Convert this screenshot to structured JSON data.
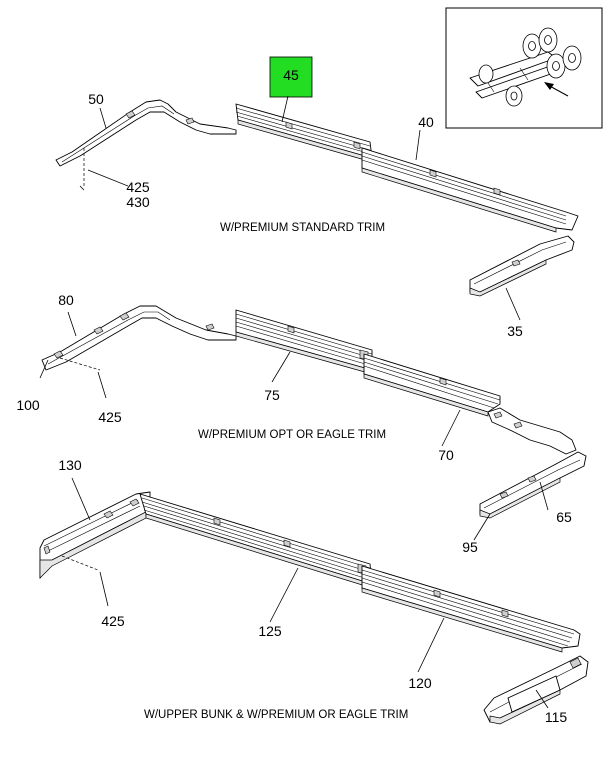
{
  "highlight_color": "#22dd22",
  "highlight_label": "45",
  "captions": {
    "standard": "W/PREMIUM STANDARD TRIM",
    "opt_eagle": "W/PREMIUM OPT OR EAGLE TRIM",
    "upper_bunk": "W/UPPER BUNK & W/PREMIUM OR EAGLE TRIM"
  },
  "callouts": {
    "c50": "50",
    "c40": "40",
    "c425a": "425",
    "c430": "430",
    "c35": "35",
    "c80": "80",
    "c100": "100",
    "c425b": "425",
    "c75": "75",
    "c70": "70",
    "c65": "65",
    "c95": "95",
    "c130": "130",
    "c425c": "425",
    "c125": "125",
    "c120": "120",
    "c115": "115"
  },
  "locator_arrow_icon": "arrow-icon"
}
